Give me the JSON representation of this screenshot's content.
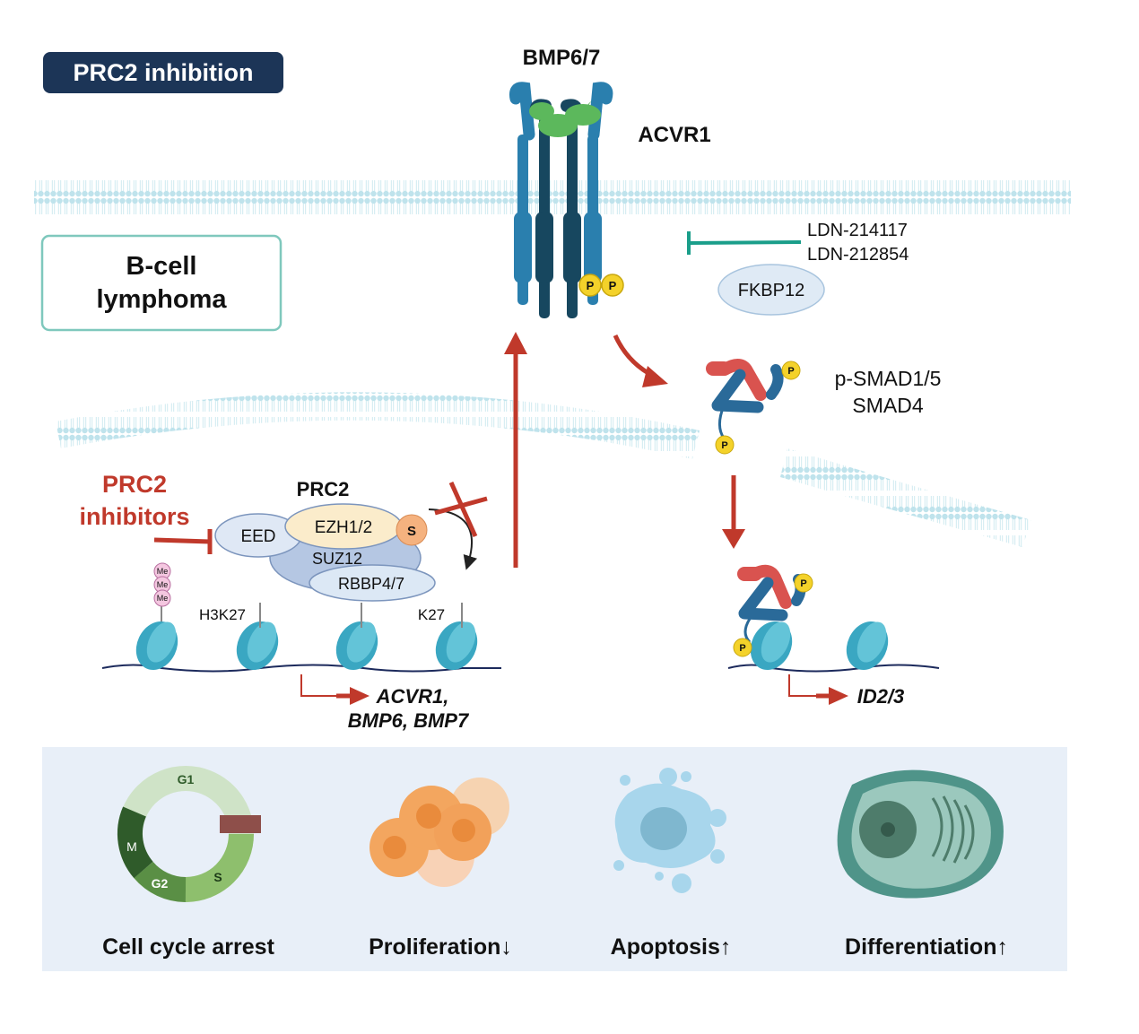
{
  "badge": {
    "label": "PRC2 inhibition"
  },
  "cell_box": {
    "line1": "B-cell",
    "line2": "lymphoma"
  },
  "receptor": {
    "ligand": "BMP6/7",
    "name": "ACVR1",
    "phospho": "P"
  },
  "inhibitors": {
    "drug1": "LDN-214117",
    "drug2": "LDN-212854",
    "fkbp": "FKBP12"
  },
  "smad": {
    "line1": "p-SMAD1/5",
    "line2": "SMAD4",
    "phospho": "P"
  },
  "prc2": {
    "title": "PRC2",
    "inhibitor_line1": "PRC2",
    "inhibitor_line2": "inhibitors",
    "eed": "EED",
    "ezh": "EZH1/2",
    "sam": "S",
    "suz12": "SUZ12",
    "rbbp": "RBBP4/7",
    "methyl": [
      "Me",
      "Me",
      "Me"
    ],
    "mark1": "H3K27",
    "mark2": "K27"
  },
  "genes": {
    "left_line1": "ACVR1,",
    "left_line2": "BMP6, BMP7",
    "right": "ID2/3"
  },
  "outcomes": {
    "cycle_labels": {
      "g1": "G1",
      "s": "S",
      "g2": "G2",
      "m": "M"
    },
    "items": [
      "Cell cycle arrest",
      "Proliferation↓",
      "Apoptosis↑",
      "Differentiation↑"
    ]
  },
  "colors": {
    "badge": "#1c3557",
    "inhibit_red": "#c0392b",
    "teal": "#1a9e8a",
    "receptor_blue": "#2a7fae",
    "ligand_green": "#5cb85c"
  }
}
